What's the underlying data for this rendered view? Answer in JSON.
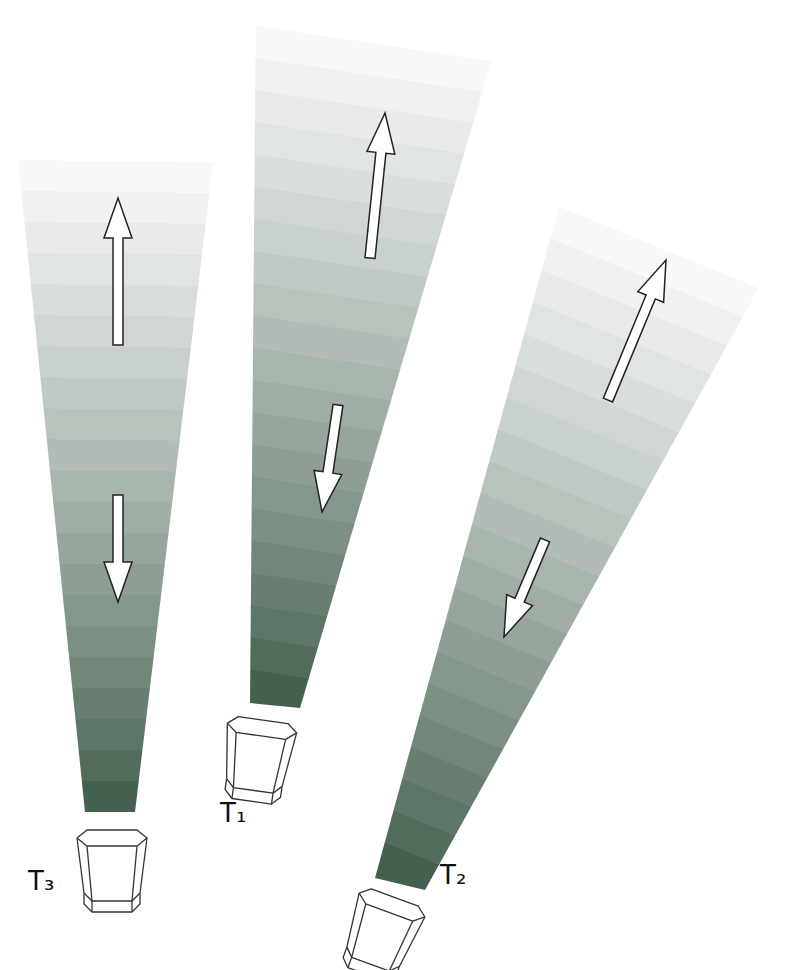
{
  "diagram": {
    "labels": [
      "T₃",
      "T₁",
      "T₂"
    ]
  }
}
